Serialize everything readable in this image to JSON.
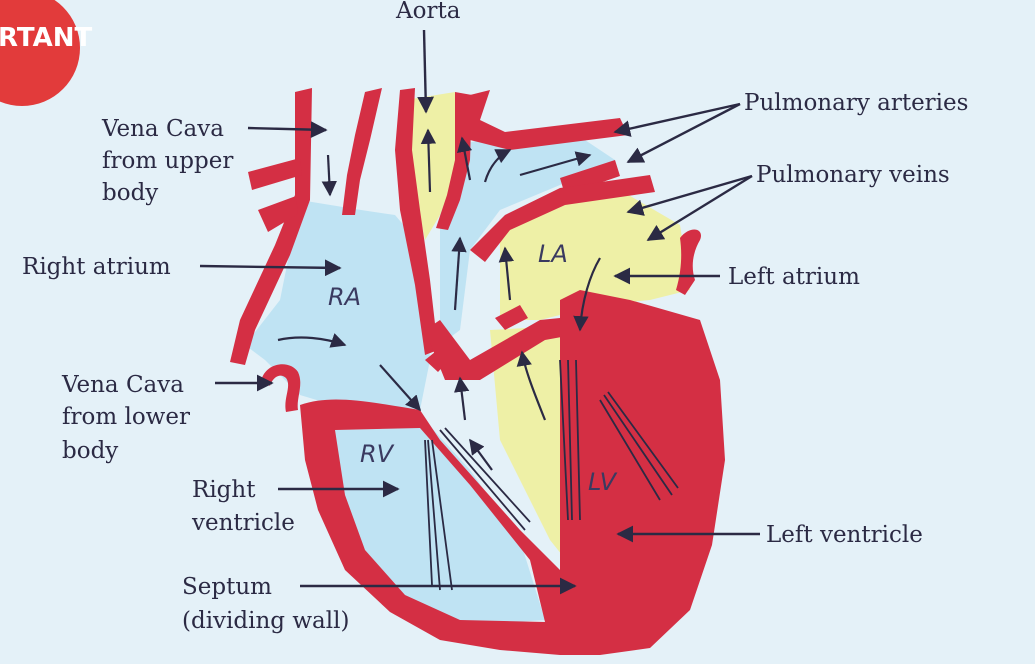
{
  "badge": {
    "text": "RTANT"
  },
  "labels": {
    "aorta": "Aorta",
    "pulmonary_arteries": "Pulmonary arteries",
    "vena_cava_upper": [
      "Vena Cava",
      "from upper",
      "body"
    ],
    "pulmonary_veins": "Pulmonary veins",
    "right_atrium": "Right atrium",
    "left_atrium": "Left atrium",
    "vena_cava_lower": [
      "Vena Cava",
      "from lower",
      "body"
    ],
    "right_ventricle": [
      "Right",
      "ventricle"
    ],
    "left_ventricle": "Left ventricle",
    "septum": [
      "Septum",
      "(dividing wall)"
    ]
  },
  "chambers": {
    "ra": "RA",
    "la": "LA",
    "rv": "RV",
    "lv": "LV"
  },
  "colors": {
    "background": "#e4f1f8",
    "muscle": "#d42f44",
    "deoxygenated": "#bfe3f3",
    "oxygenated": "#eef0a6",
    "ink": "#2b2a44"
  }
}
